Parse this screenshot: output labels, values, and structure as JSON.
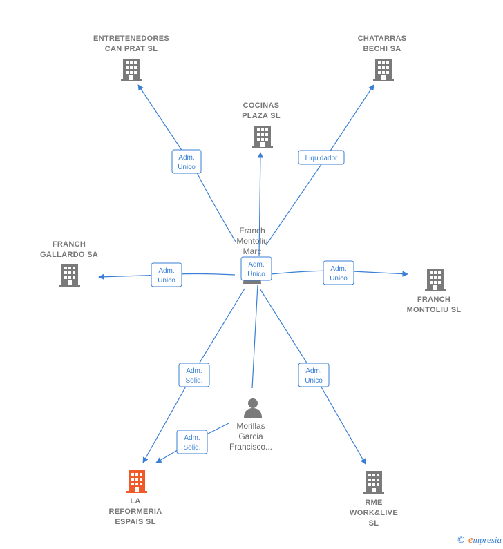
{
  "colors": {
    "edge": "#3a7fd5",
    "company": "#7a7a7a",
    "company_highlight": "#f05a28",
    "person": "#7a7a7a",
    "label": "#777777"
  },
  "nodes": {
    "entretenedores": {
      "type": "company",
      "icon": "building-icon",
      "lines": [
        "ENTRETENEDORES",
        "CAN PRAT SL"
      ]
    },
    "chatarras": {
      "type": "company",
      "icon": "building-icon",
      "lines": [
        "CHATARRAS",
        "BECHI SA"
      ]
    },
    "cocinas": {
      "type": "company",
      "icon": "building-icon",
      "lines": [
        "COCINAS",
        "PLAZA SL"
      ]
    },
    "gallardo": {
      "type": "company",
      "icon": "building-icon",
      "lines": [
        "FRANCH",
        "GALLARDO SA"
      ]
    },
    "montoliu_sl": {
      "type": "company",
      "icon": "building-icon",
      "lines": [
        "FRANCH",
        "MONTOLIU SL"
      ]
    },
    "reformeria": {
      "type": "company",
      "icon": "building-icon",
      "highlight": true,
      "lines": [
        "LA",
        "REFORMERIA",
        "ESPAIS  SL"
      ]
    },
    "rme": {
      "type": "company",
      "icon": "building-icon",
      "lines": [
        "RME",
        "WORK&LIVE",
        "SL"
      ]
    },
    "franch_marc": {
      "type": "person",
      "icon": "person-icon",
      "lines": [
        "Franch",
        "Montoliu",
        "Marc"
      ]
    },
    "morillas": {
      "type": "person",
      "icon": "person-icon",
      "lines": [
        "Morillas",
        "Garcia",
        "Francisco..."
      ]
    }
  },
  "edges": [
    {
      "from": "franch_marc",
      "to": "entretenedores",
      "role": [
        "Adm.",
        "Unico"
      ]
    },
    {
      "from": "franch_marc",
      "to": "cocinas",
      "role": [
        "Adm.",
        "Unico"
      ]
    },
    {
      "from": "franch_marc",
      "to": "chatarras",
      "role": [
        "Liquidador"
      ]
    },
    {
      "from": "franch_marc",
      "to": "gallardo",
      "role": [
        "Adm.",
        "Unico"
      ]
    },
    {
      "from": "franch_marc",
      "to": "montoliu_sl",
      "role": [
        "Adm.",
        "Unico"
      ]
    },
    {
      "from": "franch_marc",
      "to": "reformeria",
      "role": [
        "Adm.",
        "Solid."
      ]
    },
    {
      "from": "franch_marc",
      "to": "rme",
      "role": [
        "Adm.",
        "Unico"
      ]
    },
    {
      "from": "morillas",
      "to": "reformeria",
      "role": [
        "Adm.",
        "Solid."
      ]
    },
    {
      "from": "morillas",
      "to": "franch_marc",
      "role": []
    }
  ],
  "footer": {
    "copyright": "©",
    "brand_initial": "e",
    "brand_rest": "mpresia"
  }
}
